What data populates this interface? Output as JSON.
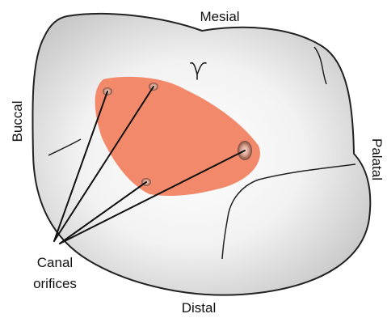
{
  "labels": {
    "mesial": "Mesial",
    "distal": "Distal",
    "buccal": "Buccal",
    "palatal": "Palatal",
    "canal_line1": "Canal",
    "canal_line2": "orifices"
  },
  "colors": {
    "pulp_floor": "#f2896a",
    "tooth_outline": "#222222",
    "tooth_fill": "#e9e9e9",
    "orifice": "#a86c5c",
    "label_text": "#111111"
  },
  "canal_orifice_count": 4
}
